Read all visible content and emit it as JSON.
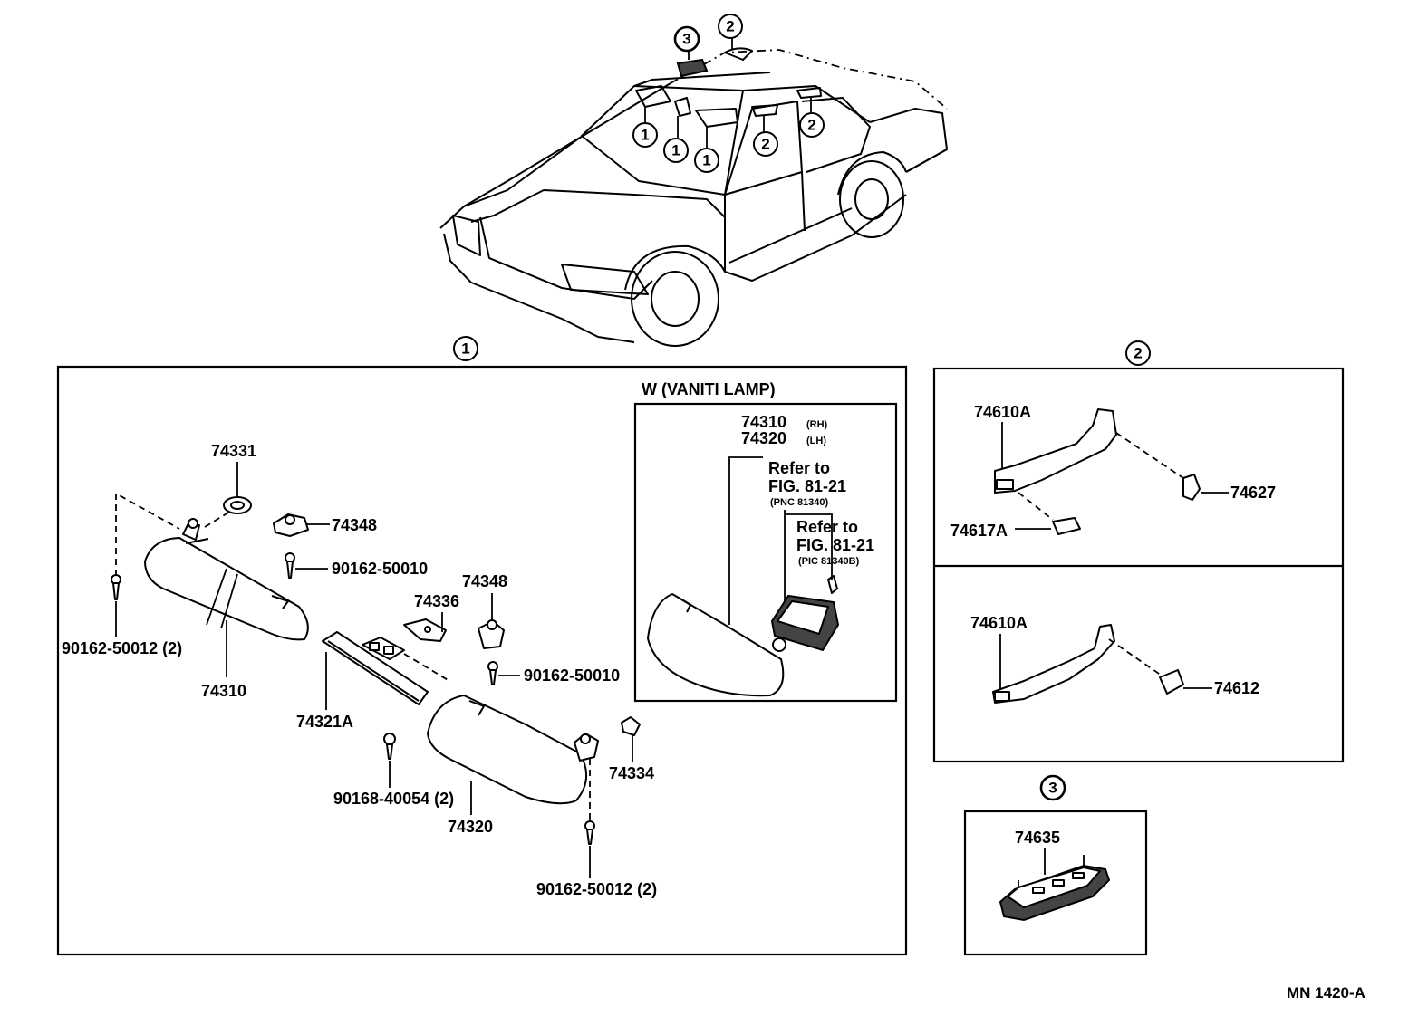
{
  "callouts": {
    "c1": "1",
    "c2": "2",
    "c3": "3"
  },
  "section1": {
    "inset_title": "W (VANITI LAMP)",
    "parts": {
      "p74331": "74331",
      "p74348a": "74348",
      "p90162_50010a": "90162-50010",
      "p90162_50012a": "90162-50012 (2)",
      "p74310": "74310",
      "p74336": "74336",
      "p74348b": "74348",
      "p90162_50010b": "90162-50010",
      "p74321A": "74321A",
      "p90168_40054": "90168-40054 (2)",
      "p74320": "74320",
      "p74334": "74334",
      "p90162_50012b": "90162-50012 (2)"
    },
    "inset": {
      "p74310_rh": "74310",
      "rh": "(RH)",
      "p74320_lh": "74320",
      "lh": "(LH)",
      "refer1_a": "Refer to",
      "refer1_b": "FIG. 81-21",
      "refer1_c": "(PNC 81340)",
      "refer2_a": "Refer to",
      "refer2_b": "FIG. 81-21",
      "refer2_c": "(PIC 81340B)"
    }
  },
  "section2": {
    "upper": {
      "p74610A": "74610A",
      "p74627": "74627",
      "p74617A": "74617A"
    },
    "lower": {
      "p74610A": "74610A",
      "p74612": "74612"
    }
  },
  "section3": {
    "p74635": "74635"
  },
  "figure_code": "MN 1420-A"
}
